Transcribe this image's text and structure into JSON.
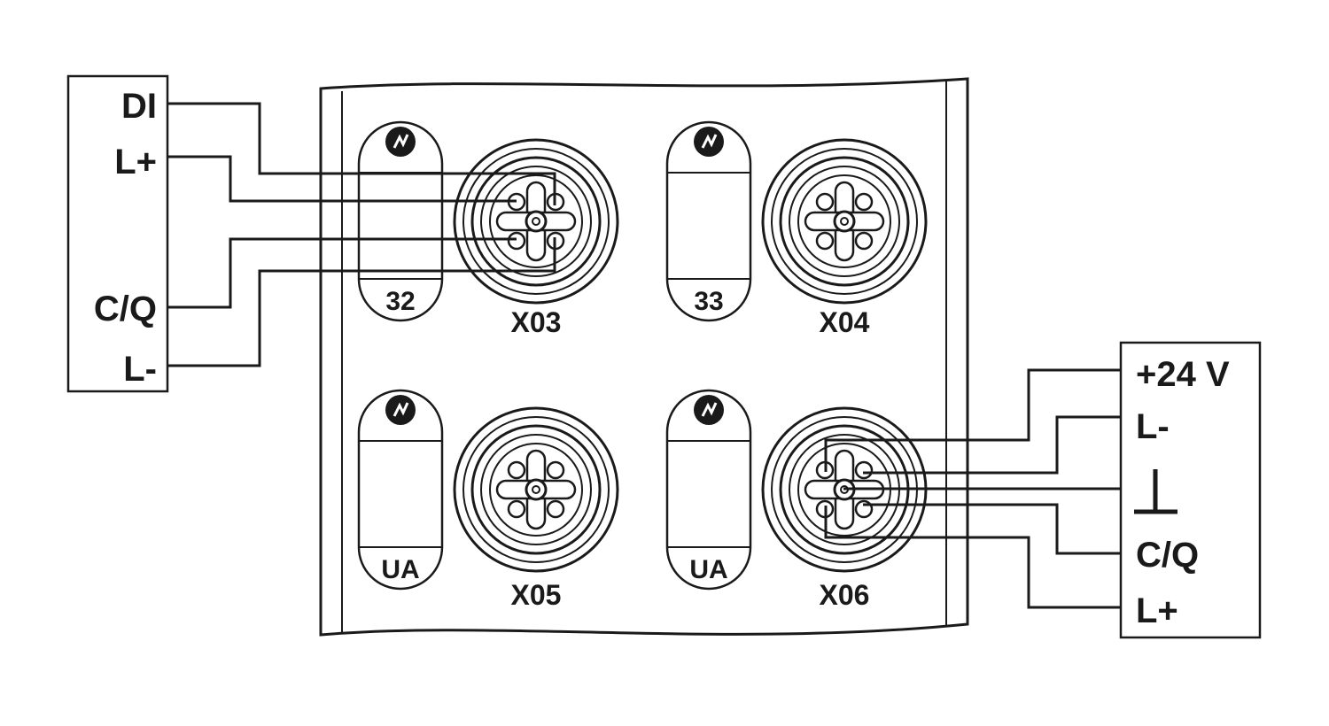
{
  "colors": {
    "ink": "#1a1a1a",
    "background": "#ffffff"
  },
  "left_device": {
    "terminals": [
      {
        "id": "di",
        "label": "DI"
      },
      {
        "id": "lplus",
        "label": "L+"
      },
      {
        "id": "cq",
        "label": "C/Q"
      },
      {
        "id": "lminus",
        "label": "L-"
      }
    ]
  },
  "right_device": {
    "terminals": [
      {
        "id": "plus24",
        "label": "+24 V"
      },
      {
        "id": "lminus",
        "label": "L-"
      },
      {
        "id": "ground",
        "label": "⊥",
        "icon": "ground-symbol-icon"
      },
      {
        "id": "cq",
        "label": "C/Q"
      },
      {
        "id": "lplus",
        "label": "L+"
      }
    ]
  },
  "module": {
    "slots": [
      {
        "id": "x03",
        "connector": "X03",
        "marker": "32",
        "status_icon": "status-led-icon",
        "wired": true
      },
      {
        "id": "x04",
        "connector": "X04",
        "marker": "33",
        "status_icon": "status-led-icon",
        "wired": false
      },
      {
        "id": "x05",
        "connector": "X05",
        "marker": "UA",
        "status_icon": "status-led-icon",
        "wired": false
      },
      {
        "id": "x06",
        "connector": "X06",
        "marker": "UA",
        "status_icon": "status-led-icon",
        "wired": true
      }
    ]
  }
}
